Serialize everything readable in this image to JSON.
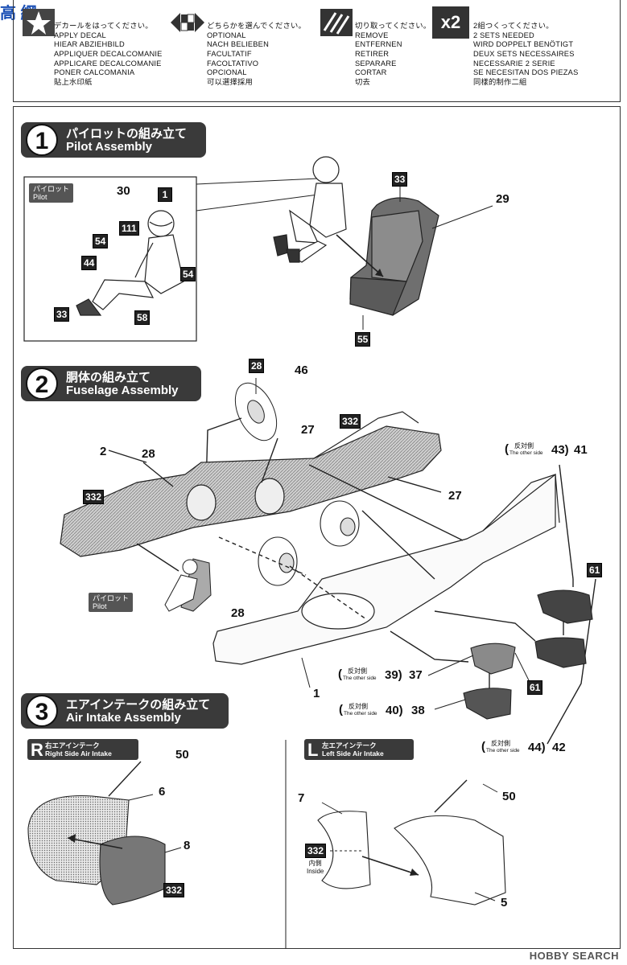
{
  "site_logo": "高 網",
  "legend": {
    "items": [
      {
        "icon": "decal-star-icon",
        "lines": [
          "デカールをはってください。",
          "APPLY DECAL",
          "HIEAR ABZIEHBILD",
          "APPLIQUER DECALCOMANIE",
          "APPLICARE DECALCOMANIE",
          "PONER CALCOMANIA",
          "貼上水印紙"
        ]
      },
      {
        "icon": "optional-checker-icon",
        "lines": [
          "どちらかを選んでください。",
          "OPTIONAL",
          "NACH BELIEBEN",
          "FACULTATIF",
          "FACOLTATIVO",
          "OPCIONAL",
          "可以選擇採用"
        ]
      },
      {
        "icon": "remove-cut-icon",
        "lines": [
          "切り取ってください。",
          "REMOVE",
          "ENTFERNEN",
          "RETIRER",
          "SEPARARE",
          "CORTAR",
          "切去"
        ]
      },
      {
        "icon": "x2-icon",
        "icon_text": "x2",
        "lines": [
          "2組つくってください。",
          "2 SETS NEEDED",
          "WIRD DOPPELT BENÖTIGT",
          "DEUX SETS NECESSAIRES",
          "NECESSARIE 2 SERIE",
          "SE NECESITAN DOS PIEZAS",
          "同樣的制作二組"
        ]
      }
    ]
  },
  "steps": [
    {
      "num": "1",
      "jp": "パイロットの組み立て",
      "en": "Pilot Assembly"
    },
    {
      "num": "2",
      "jp": "胴体の組み立て",
      "en": "Fuselage Assembly"
    },
    {
      "num": "3",
      "jp": "エアインテークの組み立て",
      "en": "Air Intake Assembly"
    }
  ],
  "pilot_tag": {
    "jp": "パイロット",
    "en": "Pilot"
  },
  "side_labels": {
    "right": {
      "letter": "R",
      "jp": "右エアインテーク",
      "en": "Right Side Air Intake"
    },
    "left": {
      "letter": "L",
      "jp": "左エアインテーク",
      "en": "Left Side Air Intake"
    }
  },
  "other_side": {
    "jp": "反対側",
    "en": "The other side"
  },
  "inside": {
    "jp": "内側",
    "en": "Inside"
  },
  "part_numbers": {
    "p30": "30",
    "p29": "29",
    "p46": "46",
    "p27a": "27",
    "p27b": "27",
    "p2": "2",
    "p28a": "28",
    "p28b": "28",
    "p1": "1",
    "p50a": "50",
    "p6": "6",
    "p8": "8",
    "p7": "7",
    "p50b": "50",
    "p5": "5",
    "o43": "43)",
    "o41": "41",
    "o39": "39)",
    "o37": "37",
    "o40": "40)",
    "o38": "38",
    "o44": "44)",
    "o42": "42"
  },
  "color_boxes": {
    "b1": "1",
    "b111": "111",
    "b54a": "54",
    "b44": "44",
    "b54b": "54",
    "b33a": "33",
    "b58": "58",
    "b33b": "33",
    "b55": "55",
    "b28": "28",
    "b332a": "332",
    "b332b": "332",
    "b61a": "61",
    "b61b": "61",
    "b332c": "332",
    "b332d": "332"
  },
  "watermark": "HOBBY SEARCH",
  "colors": {
    "panel": "#3a3a3a",
    "part_fill": "#777777",
    "line": "#222222"
  }
}
